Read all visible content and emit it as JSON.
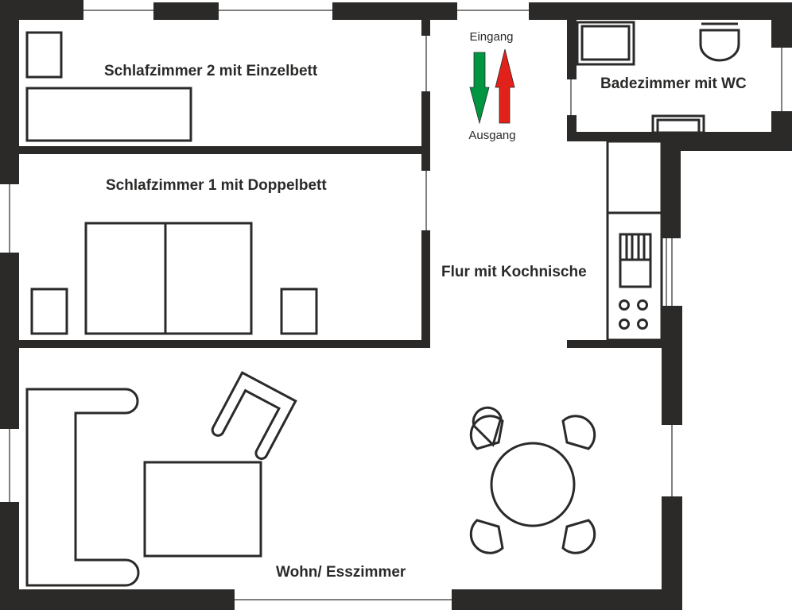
{
  "rooms": {
    "bedroom2": "Schlafzimmer 2 mit Einzelbett",
    "bedroom1": "Schlafzimmer 1  mit Doppelbett",
    "bathroom": "Badezimmer mit WC",
    "hallway": "Flur mit Kochnische",
    "living": "Wohn/ Esszimmer"
  },
  "entrance": {
    "in_label": "Eingang",
    "out_label": "Ausgang",
    "in_color": "#009540",
    "out_color": "#e3211b"
  },
  "colors": {
    "wall": "#2b2a29"
  }
}
